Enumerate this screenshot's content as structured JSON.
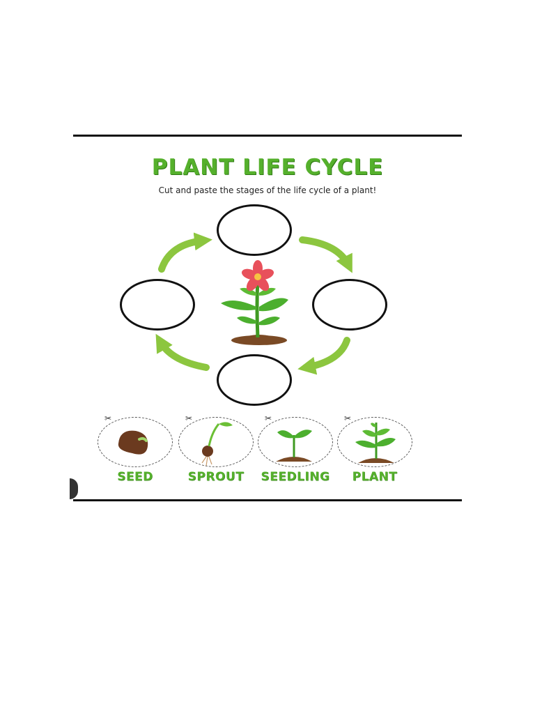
{
  "worksheet": {
    "title": "PLANT LIFE CYCLE",
    "subtitle": "Cut and paste the stages of the life cycle of a plant!",
    "stages": [
      {
        "label": "SEED",
        "icon": "bean-seed-icon"
      },
      {
        "label": "SPROUT",
        "icon": "sprout-icon"
      },
      {
        "label": "SEEDLING",
        "icon": "seedling-icon"
      },
      {
        "label": "PLANT",
        "icon": "young-plant-icon"
      }
    ],
    "center_icon": "flowering-plant-icon",
    "cut_marker_icon": "scissors-icon",
    "colors": {
      "title_green": "#55b02c",
      "arrow_green": "#8cc63f",
      "soil_brown": "#7a4a25",
      "petal_red": "#e8505b"
    }
  }
}
